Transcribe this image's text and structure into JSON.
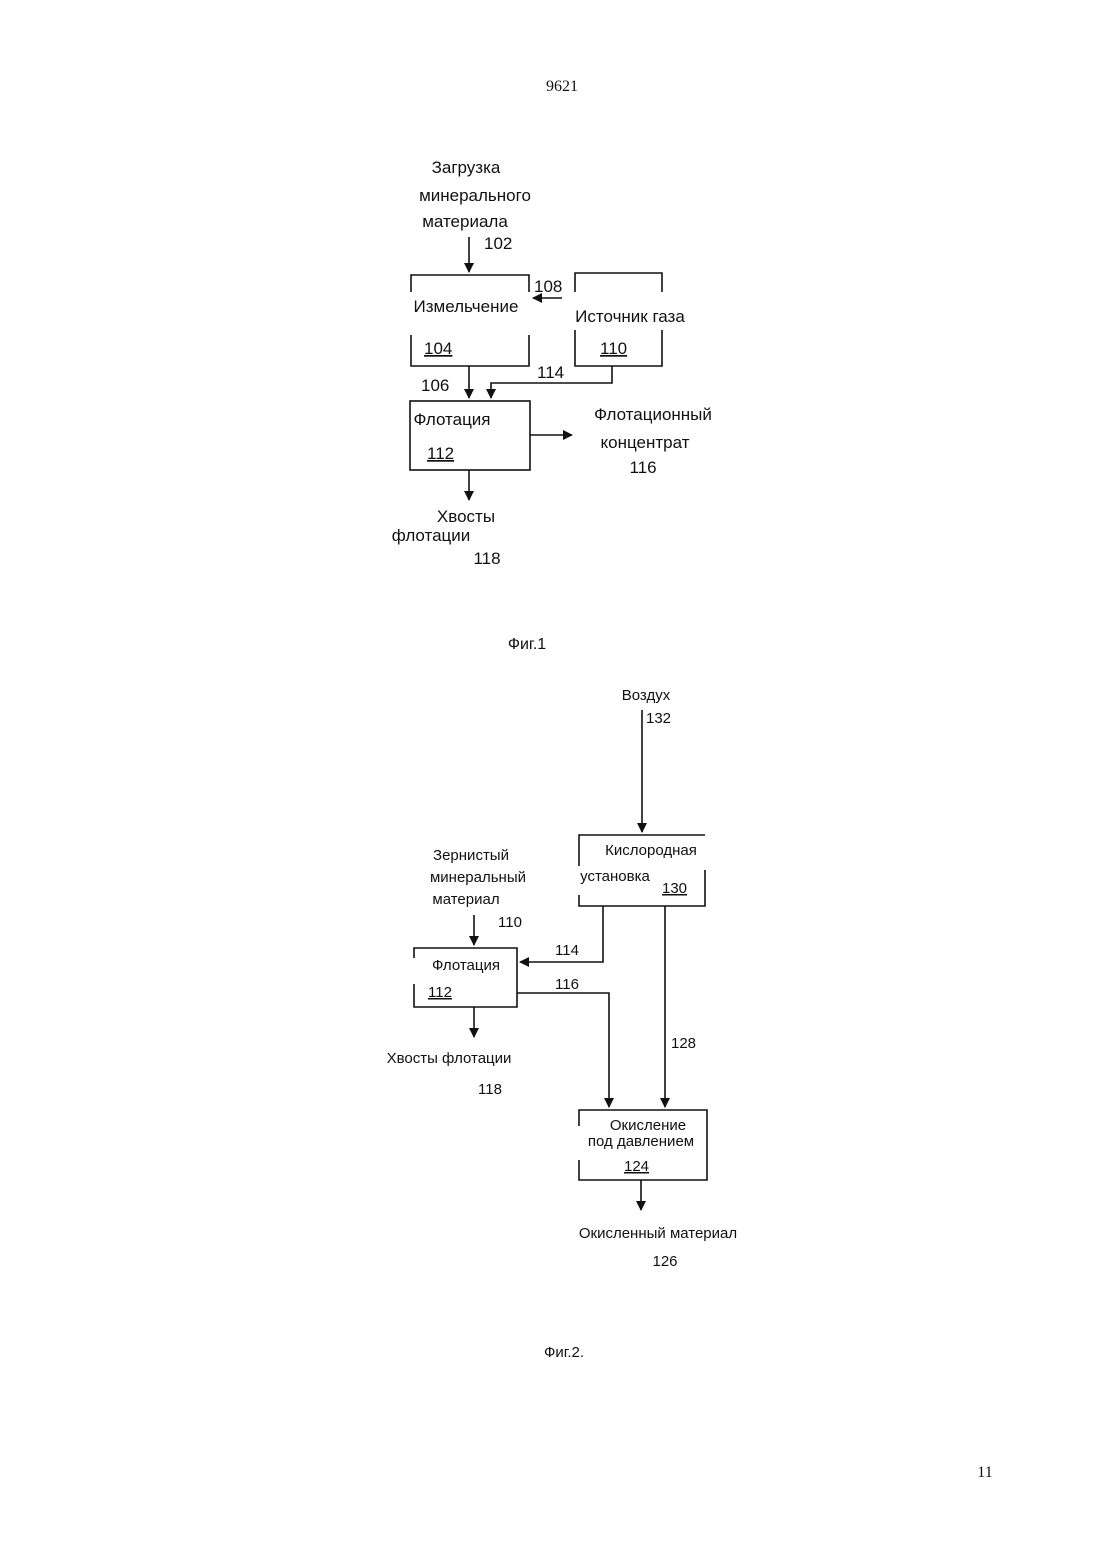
{
  "page": {
    "header_number": "9621",
    "page_number": "11"
  },
  "fig1": {
    "caption": "Фиг.1",
    "input": {
      "line1": "Загрузка",
      "line2": "минерального",
      "line3": "материала",
      "ref": "102"
    },
    "grinding": {
      "label": "Измельчение",
      "ref": "104"
    },
    "gas_source": {
      "label": "Источник газа",
      "ref": "110"
    },
    "flotation": {
      "label": "Флотация",
      "ref": "112"
    },
    "concentrate": {
      "line1": "Флотационный",
      "line2": "концентрат",
      "ref": "116"
    },
    "tailings": {
      "line1": "Хвосты",
      "line2": "флотации",
      "ref": "118"
    },
    "arrow_refs": {
      "gas_to_grinding": "108",
      "grinding_to_flotation": "106",
      "gas_to_flotation": "114"
    }
  },
  "fig2": {
    "caption": "Фиг.2.",
    "air": {
      "label": "Воздух",
      "ref": "132"
    },
    "oxygen_plant": {
      "line1": "Кислородная",
      "line2": "установка",
      "ref": "130"
    },
    "input": {
      "line1": "Зернистый",
      "line2": "минеральный",
      "line3": "материал",
      "ref": "110"
    },
    "flotation": {
      "label": "Флотация",
      "ref": "112"
    },
    "tailings": {
      "label": "Хвосты флотации",
      "ref": "118"
    },
    "pressure_oxidation": {
      "line1": "Окисление",
      "line2": "под давлением",
      "ref": "124"
    },
    "oxidized": {
      "label": "Окисленный материал",
      "ref": "126"
    },
    "arrow_refs": {
      "oxygen_to_flotation": "114",
      "flotation_to_oxidation": "116",
      "oxygen_to_oxidation": "128"
    }
  }
}
